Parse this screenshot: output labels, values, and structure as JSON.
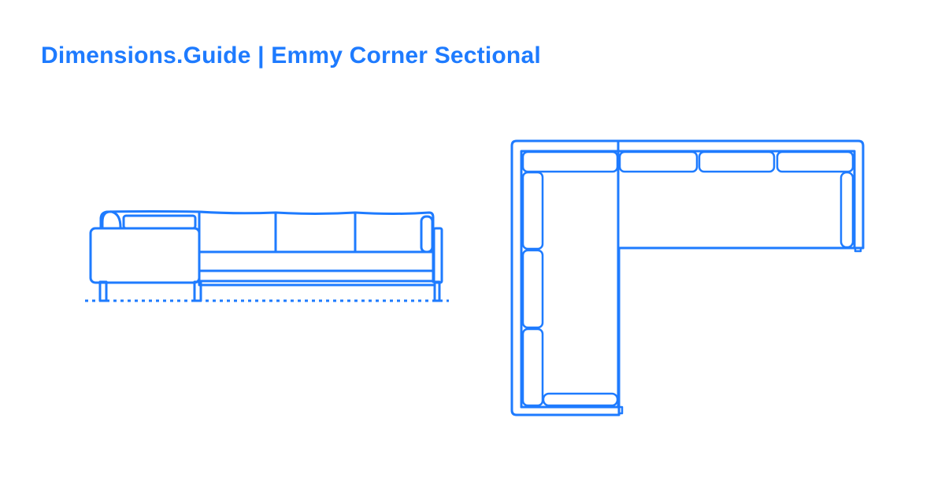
{
  "header": {
    "title": "Dimensions.Guide | Emmy Corner Sectional"
  },
  "drawings": {
    "side_view": "side-elevation",
    "plan_view": "top-plan"
  },
  "colors": {
    "accent": "#1E7BFF",
    "background": "#FFFFFF"
  }
}
